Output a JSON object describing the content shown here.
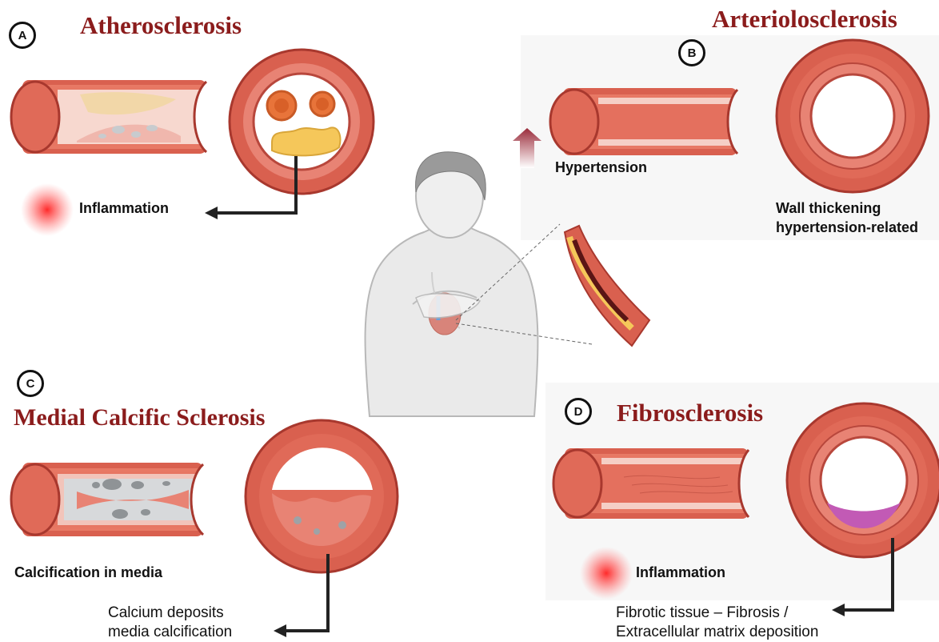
{
  "panels": {
    "a": {
      "badge": "A",
      "title": "Atherosclerosis",
      "label": "Inflammation"
    },
    "b": {
      "badge": "B",
      "title": "Arteriolosclerosis",
      "hypertension_label": "Hypertension",
      "wall_label_line1": "Wall thickening",
      "wall_label_line2": "hypertension-related"
    },
    "c": {
      "badge": "C",
      "title": "Medial Calcific Sclerosis",
      "media_label": "Calcification in media",
      "deposit_label_line1": "Calcium deposits",
      "deposit_label_line2": "media calcification"
    },
    "d": {
      "badge": "D",
      "title": "Fibrosclerosis",
      "inflammation_label": "Inflammation",
      "fibrosis_label_line1": "Fibrotic tissue – Fibrosis /",
      "fibrosis_label_line2": "Extracellular matrix deposition"
    }
  },
  "colors": {
    "title": "#8b1c1c",
    "vessel_wall": "#e0705f",
    "vessel_dark": "#c9453a",
    "lumen": "#ffffff",
    "plaque_yellow": "#f5c75a",
    "macrophage_orange": "#e8743a",
    "calcium_grey": "#9ea2a6",
    "fibrosis_purple": "#c25ab5",
    "inflammation_red": "#ff2a2a",
    "hypertension_arrow": "#9a2b3a"
  },
  "icons": {
    "hypertension": "up-arrow-icon",
    "inflammation": "red-glow-icon",
    "pointer": "elbow-arrow-icon"
  }
}
